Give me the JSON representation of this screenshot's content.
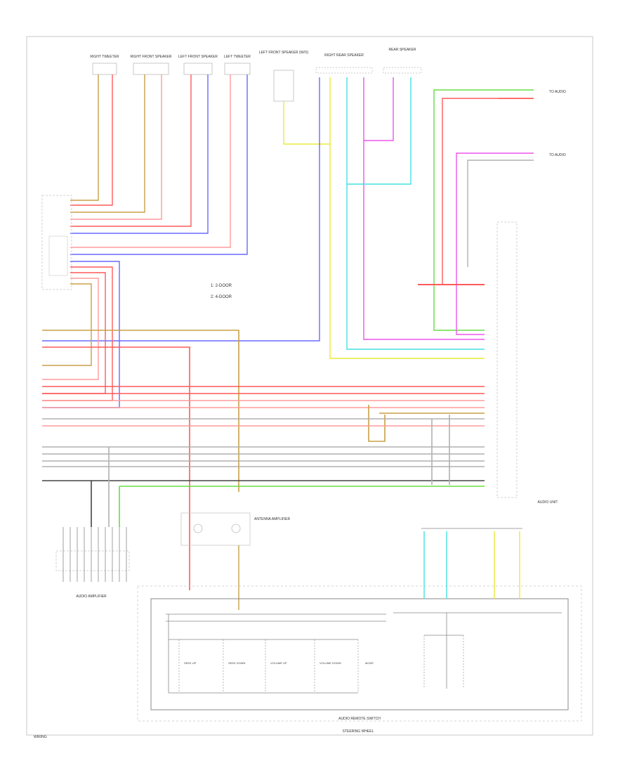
{
  "diagram": {
    "footer_code": "WIRING",
    "colors": {
      "frame": "#bdbdbd",
      "red": "#ff5a5a",
      "pink": "#ff9b9b",
      "blue": "#6a6aff",
      "tan": "#c8a046",
      "yellow": "#eaea3a",
      "green": "#66dd44",
      "cyan": "#44e0e0",
      "magenta": "#ee55ee",
      "gray": "#b0b0b0",
      "black": "#444444"
    },
    "notes": {
      "n1": "1: 2-DOOR",
      "n2": "2: 4-DOOR"
    },
    "top_components": [
      "RIGHT TWEETER",
      "RIGHT FRONT SPEAKER",
      "LEFT FRONT SPEAKER",
      "LEFT TWEETER",
      "LEFT FRONT SPEAKER (W/O)",
      "RIGHT REAR SPEAKER",
      "REAR SPEAKER"
    ],
    "right_labels": {
      "top1": "TO AUDIO",
      "top2": "TO AUDIO",
      "amp": "AUDIO UNIT"
    },
    "bottom": {
      "antenna": "ANTENNA AMPLIFIER",
      "radio_switches": "AUDIO REMOTE SWITCH",
      "steering": "STEERING WHEEL",
      "left_unit": "AUDIO AMPLIFIER",
      "switch_labels": [
        "SEEK UP",
        "SEEK DOWN",
        "VOLUME UP",
        "VOLUME DOWN",
        "MODE"
      ]
    }
  }
}
